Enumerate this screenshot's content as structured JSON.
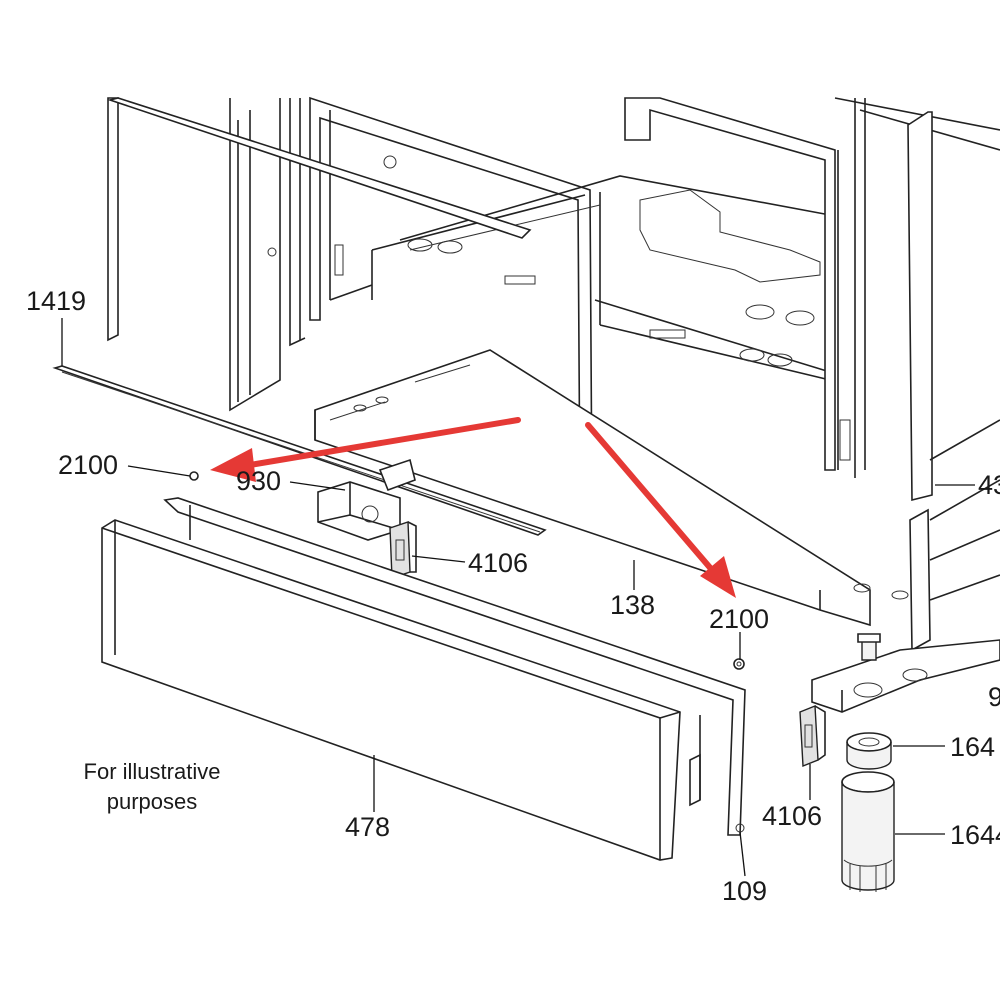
{
  "diagram": {
    "callouts": {
      "p1419": "1419",
      "p2100_left": "2100",
      "p930": "930",
      "p4106_center": "4106",
      "p138": "138",
      "p2100_right": "2100",
      "p478": "478",
      "p109": "109",
      "p4106_right": "4106",
      "p43_partial": "43",
      "p9_partial": "9",
      "p164_top_partial": "164",
      "p164_bottom_partial": "1644"
    },
    "note_line1": "For illustrative",
    "note_line2": "purposes",
    "colors": {
      "arrow": "#e53935",
      "line": "#222222",
      "background": "#ffffff"
    }
  }
}
